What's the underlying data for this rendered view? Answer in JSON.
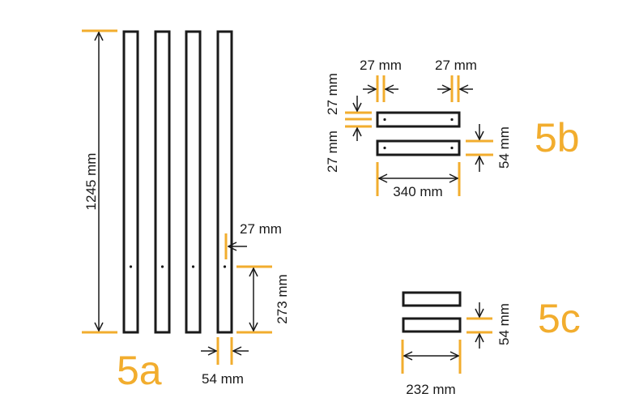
{
  "colors": {
    "accent": "#f2ad2e",
    "line": "#1a1a1a",
    "background": "#ffffff"
  },
  "part_5a": {
    "label": "5a",
    "bar_count": 4,
    "length": "1245 mm",
    "width": "54 mm",
    "hole_offset_from_edge": "27 mm",
    "hole_offset_from_end": "273 mm"
  },
  "part_5b": {
    "label": "5b",
    "bar_count": 2,
    "length": "340 mm",
    "width": "54 mm",
    "hole_offset_left": "27 mm",
    "hole_offset_right": "27 mm",
    "hole_offset_top": "27 mm",
    "hole_offset_bottom": "27 mm"
  },
  "part_5c": {
    "label": "5c",
    "bar_count": 2,
    "length": "232 mm",
    "width": "54 mm"
  }
}
